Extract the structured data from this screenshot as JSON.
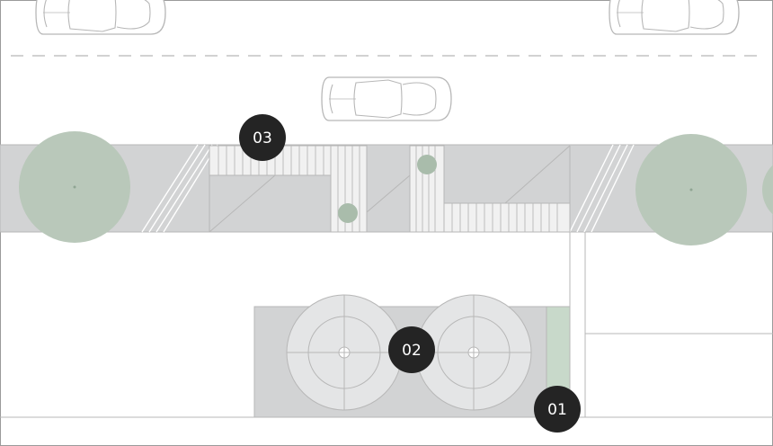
{
  "colors": {
    "background": "#ffffff",
    "line": "#b7b7b7",
    "sidewalk": "#d2d3d4",
    "tree_canopy": "#b9c8ba",
    "planter": "#c8d9ca",
    "badge_fill": "#242424",
    "badge_text": "#ffffff",
    "tank_fill": "#e4e5e6",
    "pad_fill": "#d2d3d4"
  },
  "icons": {
    "car": "car-top-view-icon",
    "tree": "tree-canopy-icon",
    "tank": "round-tank-icon"
  },
  "markers": [
    {
      "id": "marker-01",
      "label": "01"
    },
    {
      "id": "marker-02",
      "label": "02"
    },
    {
      "id": "marker-03",
      "label": "03"
    }
  ]
}
